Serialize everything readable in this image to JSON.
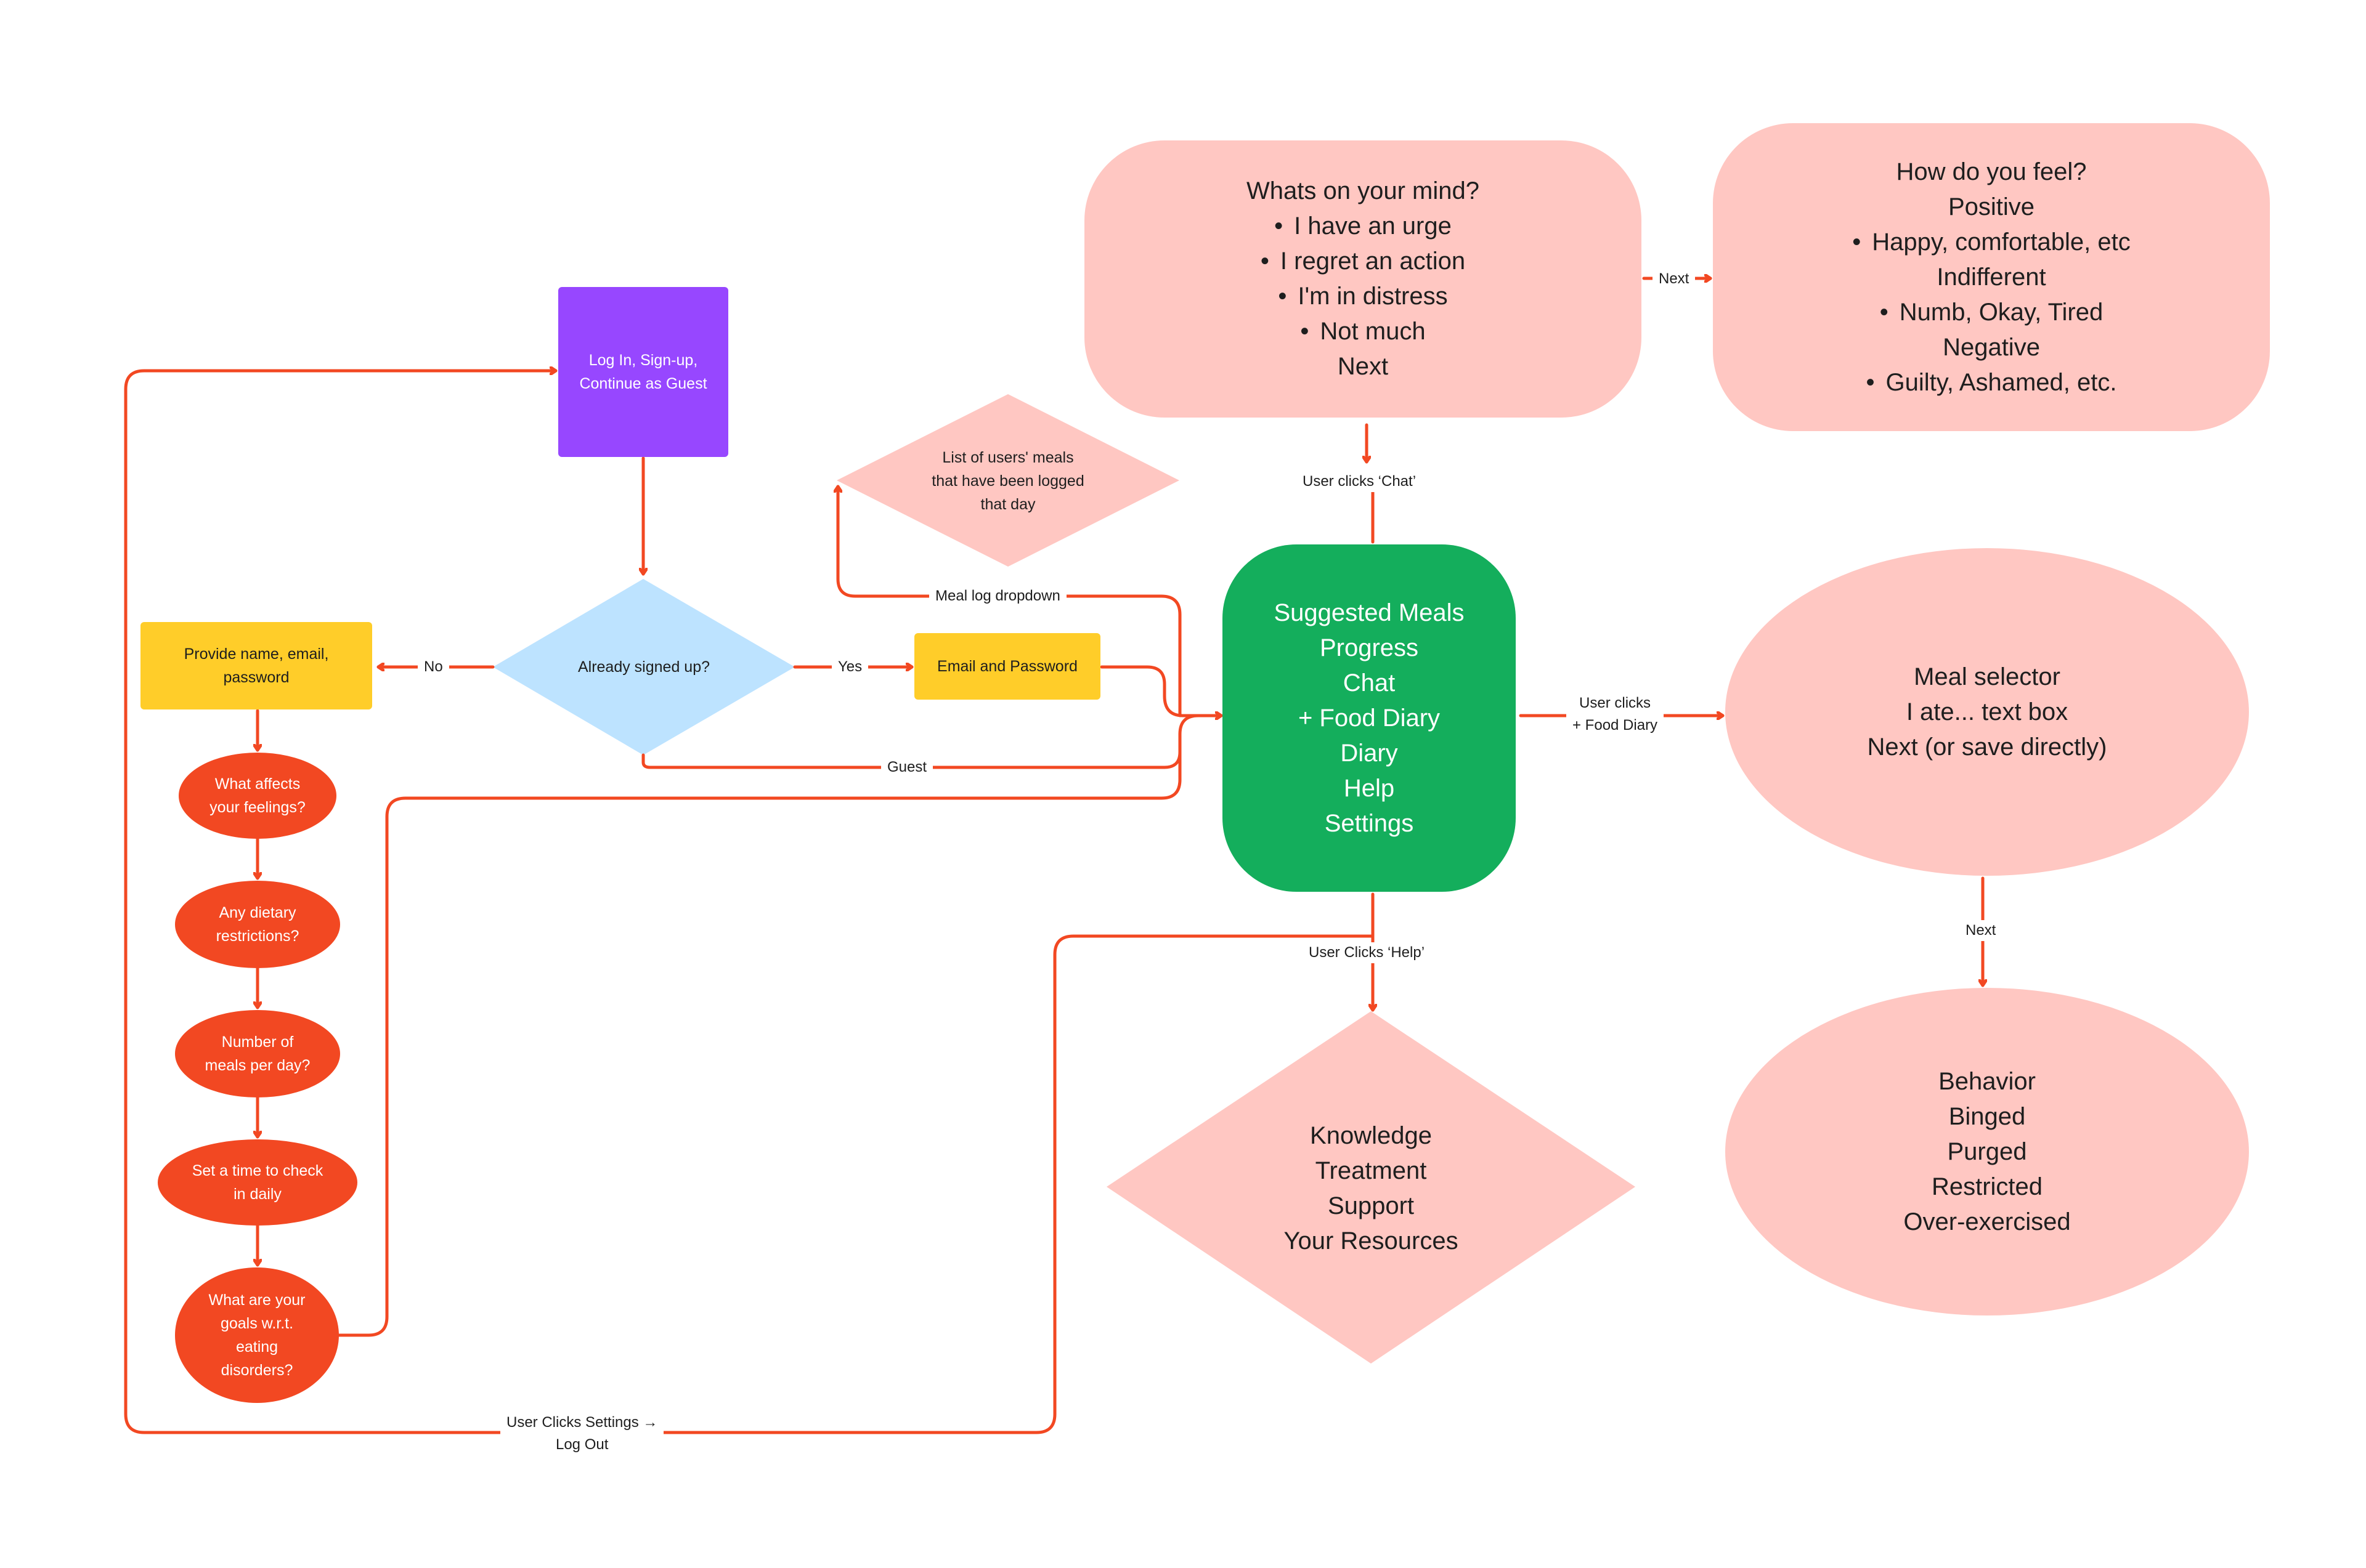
{
  "colors": {
    "connector": "#f24822",
    "purple": "#9747ff",
    "yellow": "#ffcd29",
    "orange": "#f24822",
    "green": "#14ae5c",
    "pink": "#ffc7c2",
    "light_blue": "#bde3ff"
  },
  "nodes": {
    "login": {
      "lines": [
        "Log In, Sign-up,",
        "Continue as Guest"
      ]
    },
    "already_signed": {
      "text": "Already signed up?"
    },
    "provide_info": {
      "lines": [
        "Provide name, email,",
        "password"
      ]
    },
    "email_password": {
      "text": "Email and Password"
    },
    "meal_list": {
      "lines": [
        "List of users' meals",
        "that have been logged",
        "that day"
      ]
    },
    "affects": {
      "lines": [
        "What affects",
        "your feelings?"
      ]
    },
    "dietary": {
      "lines": [
        "Any dietary",
        "restrictions?"
      ]
    },
    "meals_per_day": {
      "lines": [
        "Number of",
        "meals per day?"
      ]
    },
    "check_time": {
      "lines": [
        "Set a time to check",
        "in daily"
      ]
    },
    "goals": {
      "lines": [
        "What are your",
        "goals w.r.t.",
        "eating",
        "disorders?"
      ]
    },
    "hub": {
      "lines": [
        "Suggested Meals",
        "Progress",
        "Chat",
        "+ Food Diary",
        "Diary",
        "Help",
        "Settings"
      ]
    },
    "mind": {
      "title": "Whats on your mind?",
      "bullets": [
        "I have an urge",
        "I regret an action",
        "I'm in distress",
        "Not much"
      ],
      "footer": "Next"
    },
    "feel": {
      "title": "How do you feel?",
      "groups": [
        {
          "heading": "Positive",
          "bullet": "Happy, comfortable, etc"
        },
        {
          "heading": "Indifferent",
          "bullet": "Numb, Okay, Tired"
        },
        {
          "heading": "Negative",
          "bullet": "Guilty, Ashamed, etc."
        }
      ]
    },
    "meal_selector": {
      "lines": [
        "Meal selector",
        "I ate... text box",
        "Next (or save directly)"
      ]
    },
    "behavior": {
      "lines": [
        "Behavior",
        "Binged",
        "Purged",
        "Restricted",
        "Over-exercised"
      ]
    },
    "help": {
      "lines": [
        "Knowledge",
        "Treatment",
        "Support",
        "Your Resources"
      ]
    }
  },
  "edge_labels": {
    "no": "No",
    "yes": "Yes",
    "guest": "Guest",
    "meal_log": "Meal log dropdown",
    "chat": "User clicks ‘Chat’",
    "next_top": "Next",
    "food_diary": [
      "User clicks",
      "+ Food Diary"
    ],
    "next_right": "Next",
    "help": "User Clicks ‘Help’",
    "settings": [
      "User Clicks Settings →",
      "Log Out"
    ]
  }
}
